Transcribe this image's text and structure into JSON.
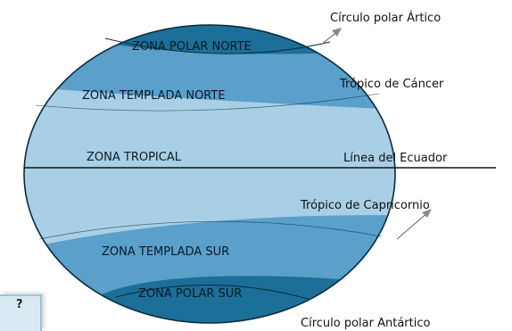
{
  "zones": {
    "polar_north": "ZONA POLAR NORTE",
    "temperate_north": "ZONA TEMPLADA NORTE",
    "tropical": "ZONA TROPICAL",
    "temperate_south": "ZONA TEMPLADA SUR",
    "polar_south": "ZONA POLAR SUR"
  },
  "lines": {
    "arctic_circle": "Círculo polar Ártico",
    "tropic_cancer": "Trópico de Cáncer",
    "equator": "Línea del Ecuador",
    "tropic_capricorn": "Trópico de Capricornio",
    "antarctic_circle": "Círculo polar Antártico"
  },
  "corner_box": {
    "symbol": "?"
  },
  "colors": {
    "polar": "#1c6f98",
    "temperate": "#5b9fcb",
    "tropical": "#a8cfe6",
    "outline": "#0b2b3c"
  }
}
